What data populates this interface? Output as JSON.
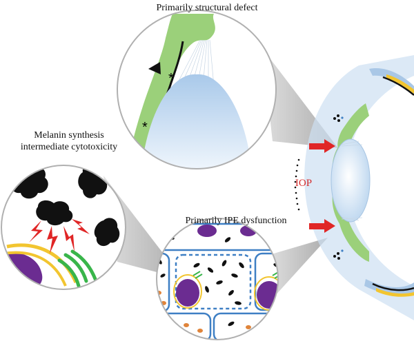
{
  "labels": {
    "structural": "Primarily structural defect",
    "melanin_line1": "Melanin synthesis",
    "melanin_line2": "intermediate cytotoxicity",
    "ipe": "Primarily IPE dysfunction",
    "iop": "IOP"
  },
  "colors": {
    "iris_green": "#9bd07a",
    "lens_blue": "#cfe2f3",
    "cornea_blue": "#b9d4ec",
    "arrow_red": "#e02626",
    "melanin_black": "#111111",
    "nucleus_purple": "#6b2c91",
    "mito_orange": "#e0843a",
    "membrane_blue": "#3e7fc4",
    "yellow": "#f2c530",
    "bright_green": "#39b54a",
    "magnifier_grey": "#b5b5b5"
  }
}
